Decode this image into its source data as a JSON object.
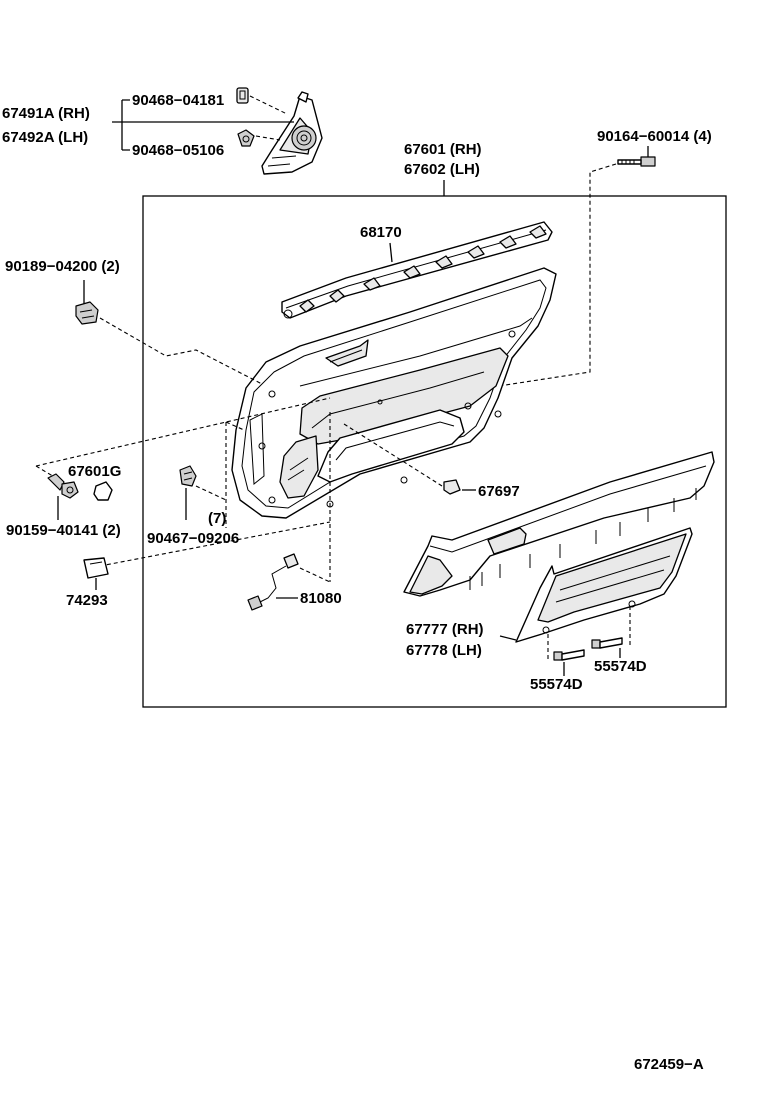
{
  "labels": {
    "p67491a": "67491A (RH)",
    "p67492a": "67492A (LH)",
    "p90468_04181": "90468−04181",
    "p90468_05106": "90468−05106",
    "p67601": "67601 (RH)",
    "p67602": "67602 (LH)",
    "p90164": "90164−60014 (4)",
    "p68170": "68170",
    "p90189": "90189−04200 (2)",
    "p67601g": "67601G",
    "p90159": "90159−40141 (2)",
    "p90467": "90467−09206",
    "p90467_qty": "(7)",
    "p67697": "67697",
    "p74293": "74293",
    "p81080": "81080",
    "p67777": "67777 (RH)",
    "p67778": "67778 (LH)",
    "p55574d_a": "55574D",
    "p55574d_b": "55574D",
    "diagram_code": "672459−A"
  }
}
